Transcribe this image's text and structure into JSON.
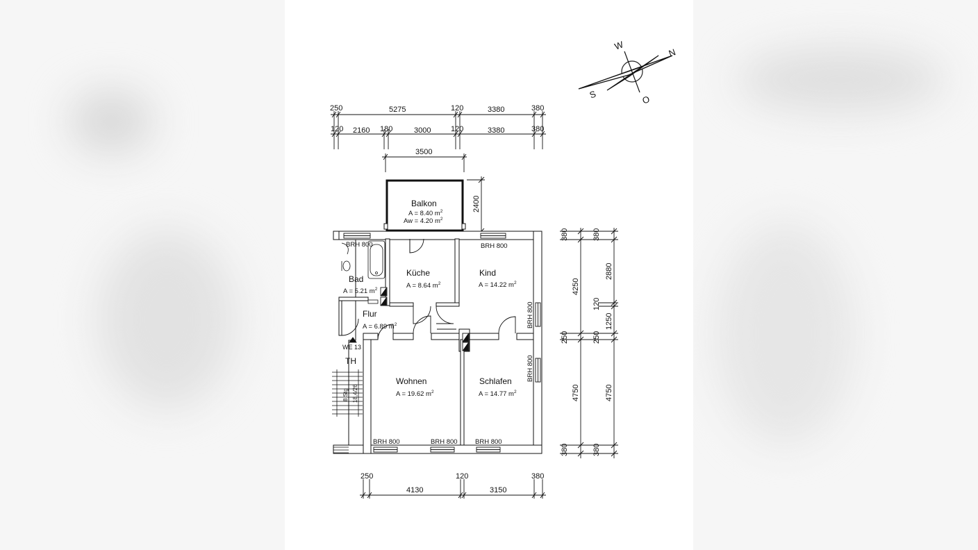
{
  "compass": {
    "north": "N",
    "south": "S",
    "west": "W",
    "east": "O"
  },
  "dimensions_top_row1": [
    "250",
    "5275",
    "120",
    "3380",
    "380"
  ],
  "dimensions_top_row2": [
    "120",
    "2160",
    "180",
    "3000",
    "120",
    "3380",
    "380"
  ],
  "dimension_balcony_width": "3500",
  "dimension_balcony_depth": "2400",
  "dimensions_right_row1": [
    "380",
    "4250",
    "250",
    "4750",
    "380"
  ],
  "dimensions_right_row2": [
    "380",
    "2880",
    "120",
    "1250",
    "250",
    "4750",
    "380"
  ],
  "dimensions_bottom_row1": [
    "250",
    "120",
    "380"
  ],
  "dimensions_bottom_row2": [
    "4130",
    "3150"
  ],
  "rooms": {
    "balkon": {
      "name": "Balkon",
      "area": "A = 8.40 m",
      "area_w": "Aw = 4.20 m"
    },
    "kueche": {
      "name": "Küche",
      "area": "A = 8.64 m"
    },
    "kind": {
      "name": "Kind",
      "area": "A = 14.22 m"
    },
    "bad": {
      "name": "Bad",
      "area": "A = 5.21 m"
    },
    "flur": {
      "name": "Flur",
      "area": "A = 6.89 m"
    },
    "wohnen": {
      "name": "Wohnen",
      "area": "A = 19.62 m"
    },
    "schlafen": {
      "name": "Schlafen",
      "area": "A = 14.77 m"
    }
  },
  "area_unit_superscript": "2",
  "window_labels": {
    "bad": "BRH 800",
    "kind_top": "BRH 800",
    "kind_right": "BRH 800",
    "schlafen_right": "BRH 800",
    "wohnen_bottom_left": "BRH 800",
    "wohnen_bottom_right": "BRH 800",
    "schlafen_bottom": "BRH 800"
  },
  "unit_label": "WE 13",
  "stair_label": "TH",
  "stair_text_1": "8 Stg",
  "stair_text_2": "18,4/26"
}
